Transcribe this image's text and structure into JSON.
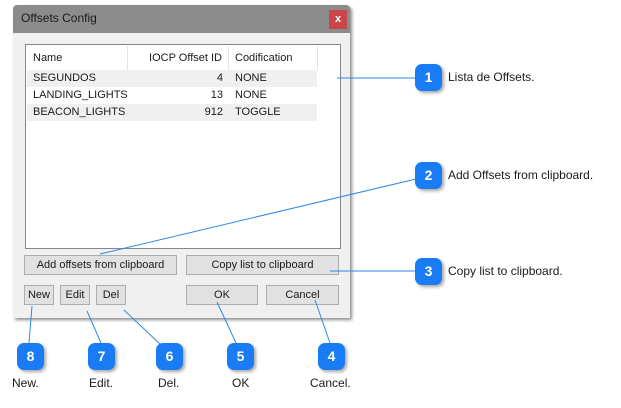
{
  "dialog": {
    "title": "Offsets Config",
    "close_label": "x",
    "list": {
      "columns": [
        "Name",
        "IOCP Offset ID",
        "Codification"
      ],
      "rows": [
        {
          "name": "SEGUNDOS",
          "id": "4",
          "codification": "NONE"
        },
        {
          "name": "LANDING_LIGHTS",
          "id": "13",
          "codification": "NONE"
        },
        {
          "name": "BEACON_LIGHTS",
          "id": "912",
          "codification": "TOGGLE"
        }
      ]
    },
    "buttons": {
      "add_from_clipboard": "Add offsets from clipboard",
      "copy_to_clipboard": "Copy list to clipboard",
      "new": "New",
      "edit": "Edit",
      "del": "Del",
      "ok": "OK",
      "cancel": "Cancel"
    }
  },
  "callouts": [
    {
      "number": "1",
      "text": "Lista de Offsets."
    },
    {
      "number": "2",
      "text": "Add Offsets from clipboard."
    },
    {
      "number": "3",
      "text": "Copy list to clipboard."
    },
    {
      "number": "4",
      "text": "Cancel."
    },
    {
      "number": "5",
      "text": "OK"
    },
    {
      "number": "6",
      "text": "Del."
    },
    {
      "number": "7",
      "text": "Edit."
    },
    {
      "number": "8",
      "text": "New."
    }
  ],
  "colors": {
    "badge": "#1a7cf5",
    "leader_line": "#2e8ae6",
    "titlebar": "#8c8c8c",
    "close_button": "#c9464b"
  }
}
